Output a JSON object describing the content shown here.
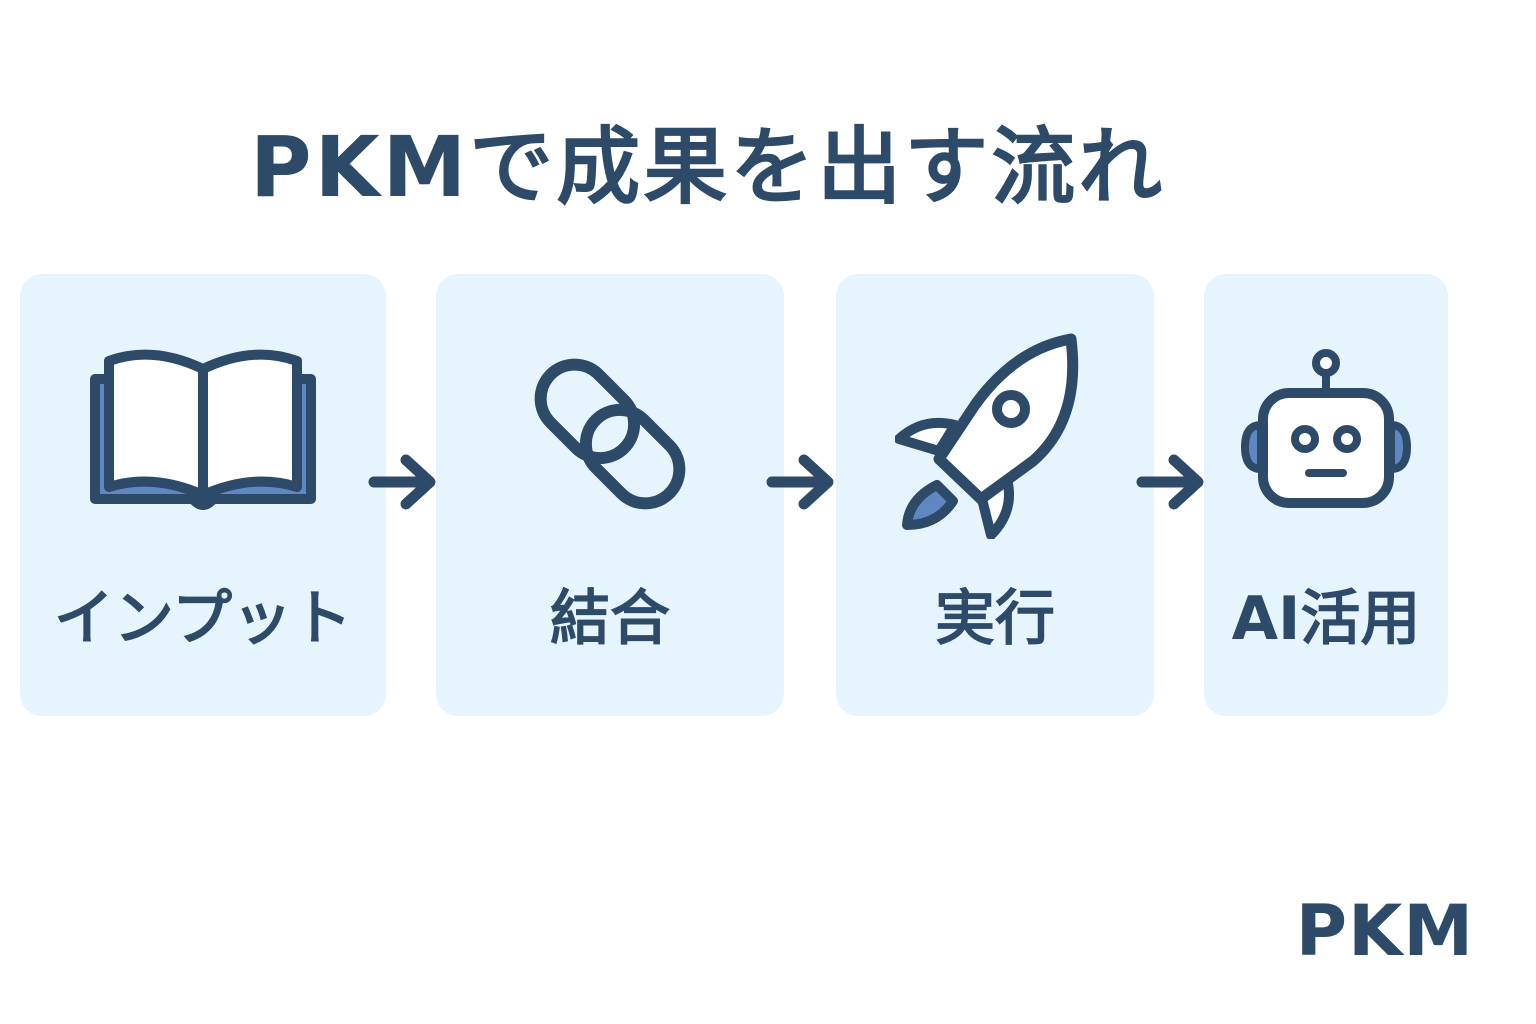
{
  "title": "PKMで成果を出す流れ",
  "steps": [
    {
      "label": "インプット",
      "icon": "book-icon"
    },
    {
      "label": "結合",
      "icon": "link-icon"
    },
    {
      "label": "実行",
      "icon": "rocket-icon"
    },
    {
      "label": "AI活用",
      "icon": "robot-icon"
    }
  ],
  "footer": "PKM",
  "colors": {
    "text": "#2d4a68",
    "card_bg": "#e6f4fd",
    "icon_fill": "#5f88c3",
    "background": "#ffffff"
  }
}
